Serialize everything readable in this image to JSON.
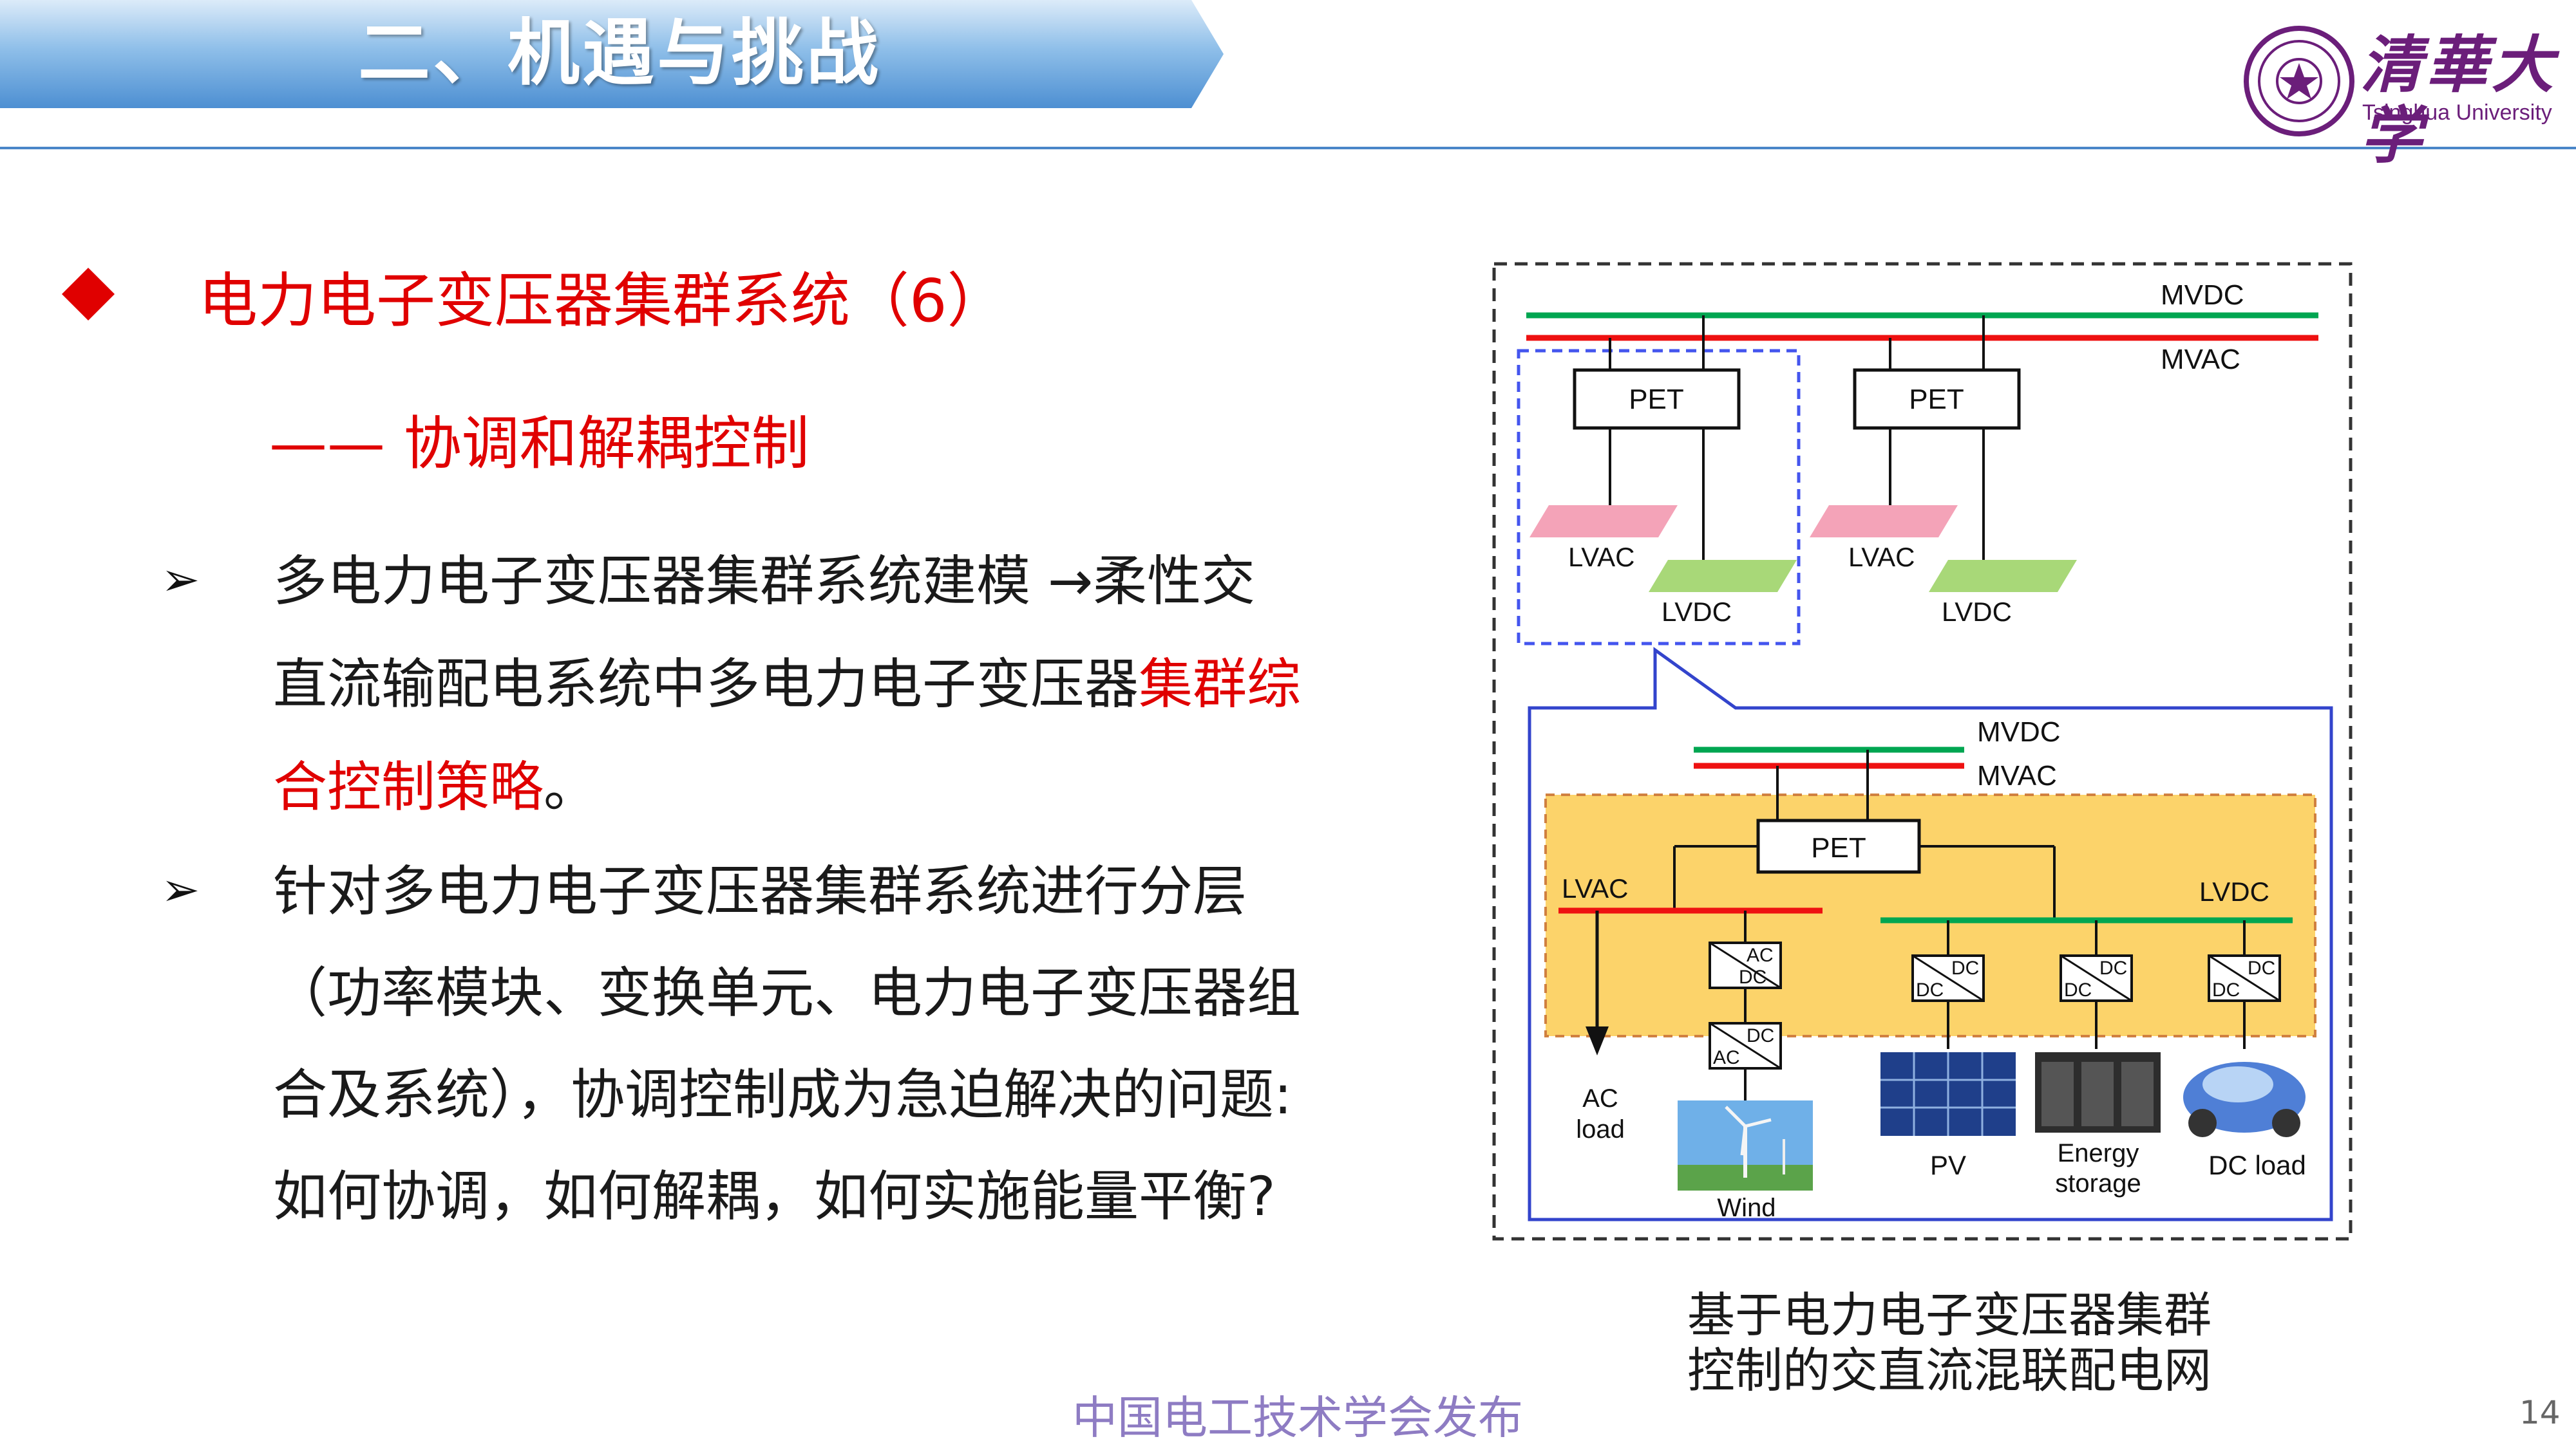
{
  "header": {
    "title": "二、机遇与挑战"
  },
  "logo": {
    "name_cn": "清華大学",
    "name_en": "Tsinghua University"
  },
  "section": {
    "heading": "电力电子变压器集群系统（6）",
    "subheading": "—— 协调和解耦控制"
  },
  "bullets": [
    {
      "marker": "➢",
      "lines": [
        {
          "parts": [
            "多电力电子变压器集群系统建模 →柔性交"
          ]
        },
        {
          "parts": [
            "直流输配电系统中多电力电子变压器",
            "集群综"
          ]
        },
        {
          "parts": [
            "合控制策略",
            "。"
          ]
        }
      ]
    },
    {
      "marker": "➢",
      "lines": [
        {
          "parts": [
            "针对多电力电子变压器集群系统进行分层"
          ]
        },
        {
          "parts": [
            "（功率模块、变换单元、电力电子变压器组"
          ]
        },
        {
          "parts": [
            "合及系统），协调控制成为急迫解决的问题:"
          ]
        },
        {
          "parts": [
            "如何协调，如何解耦，如何实施能量平衡?"
          ]
        }
      ]
    }
  ],
  "diagram": {
    "top": {
      "mvdc": "MVDC",
      "mvac": "MVAC",
      "pet": "PET",
      "lvac": "LVAC",
      "lvdc": "LVDC"
    },
    "detail": {
      "mvdc": "MVDC",
      "mvac": "MVAC",
      "pet": "PET",
      "lvac": "LVAC",
      "lvdc": "LVDC",
      "dc": "DC",
      "ac": "AC",
      "ac_load": [
        "AC",
        "load"
      ],
      "wind": "Wind",
      "pv": "PV",
      "energy_storage": [
        "Energy",
        "storage"
      ],
      "dc_load": "DC load"
    },
    "colors": {
      "mvdc": "#00a651",
      "mvac": "#ee1111",
      "panel": "#fcd36a",
      "lvac_plane": "#f4a3b8",
      "lvdc_plane": "#a8d878",
      "frame": "#3344cc"
    }
  },
  "caption": [
    "基于电力电子变压器集群",
    "控制的交直流混联配电网"
  ],
  "footer": "中国电工技术学会发布",
  "page_number": "14"
}
